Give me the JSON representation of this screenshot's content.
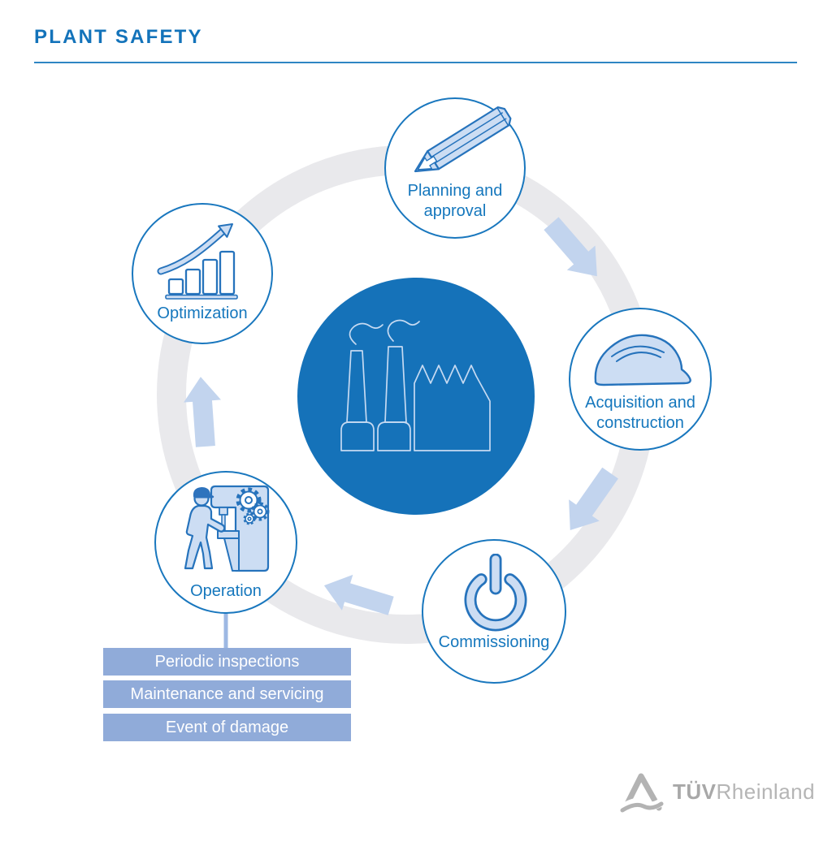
{
  "header": {
    "title": "PLANT SAFETY"
  },
  "cycle": {
    "center": {
      "icon": "factory-icon"
    },
    "nodes": [
      {
        "id": "planning",
        "label": "Planning and approval",
        "icon": "pencil-icon"
      },
      {
        "id": "acquisition",
        "label": "Acquisition and construction",
        "icon": "hard-hat-icon"
      },
      {
        "id": "commissioning",
        "label": "Commissioning",
        "icon": "power-icon"
      },
      {
        "id": "operation",
        "label": "Operation",
        "icon": "worker-machine-icon"
      },
      {
        "id": "optimization",
        "label": "Optimization",
        "icon": "growth-chart-icon"
      }
    ]
  },
  "operation_details": [
    "Periodic inspections",
    "Maintenance and servicing",
    "Event of damage"
  ],
  "logo": {
    "brand_bold": "TÜV",
    "brand_regular": "Rheinland"
  },
  "colors": {
    "brand_blue": "#1373ba",
    "circle_border": "#1977be",
    "hub_fill": "#1572b9",
    "icon_fill": "#ccddf3",
    "icon_stroke": "#2673bc",
    "arrow": "#c2d4ee",
    "ring_gray": "#e9e9ec",
    "detail_bar": "#90abd9",
    "logo_gray": "#b3b3b3"
  }
}
